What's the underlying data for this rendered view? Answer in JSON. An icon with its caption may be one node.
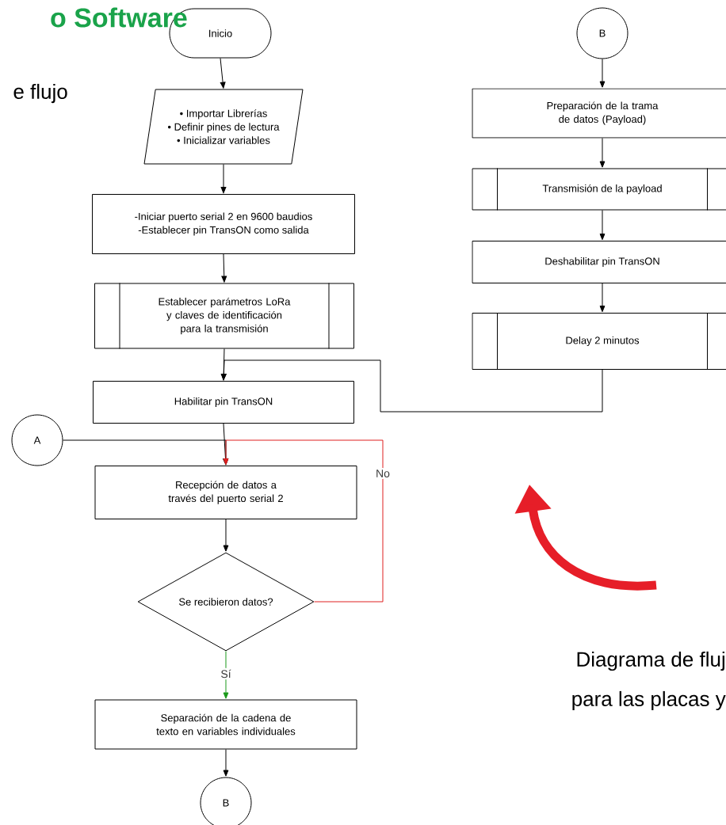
{
  "diagram": {
    "nodes": [
      {
        "text": [
          "Inicio"
        ]
      },
      {
        "text": [
          "• Importar Librerías",
          "• Definir pines de lectura",
          "• Inicializar variables"
        ]
      },
      {
        "text": [
          "-Iniciar puerto serial 2 en 9600 baudios",
          "-Establecer pin TransON como salida"
        ]
      },
      {
        "text": [
          "Establecer parámetros LoRa y claves de identificación para la transmisión"
        ]
      },
      {
        "text": [
          "Habilitar pin TransON"
        ]
      },
      {
        "text": [
          "A"
        ]
      },
      {
        "text": [
          "Recepción de datos a través del puerto serial 2"
        ]
      },
      {
        "text": [
          "Se recibieron datos?"
        ]
      },
      {
        "text": [
          "Separación de la cadena de texto en variables individuales"
        ]
      },
      {
        "text": [
          "B"
        ]
      },
      {
        "text": [
          "B"
        ]
      },
      {
        "text": [
          "Preparación de la trama de datos (Payload)"
        ]
      },
      {
        "text": [
          "Transmisión de la payload"
        ]
      },
      {
        "text": [
          "Deshabilitar pin TransON"
        ]
      },
      {
        "text": [
          "Delay 2 minutos"
        ]
      }
    ],
    "edges": [
      {
        "from": 0,
        "to": 1,
        "arrow": "to"
      },
      {
        "from": 1,
        "to": 2,
        "arrow": "to"
      },
      {
        "from": 2,
        "to": 3,
        "arrow": "to"
      },
      {
        "from": 3,
        "to": 4,
        "arrow": "to"
      },
      {
        "from": 14,
        "to": 4,
        "arrow": "to"
      },
      {
        "from": 4,
        "to": 6,
        "arrow": "to"
      },
      {
        "from": 5,
        "to": 6,
        "arrow": "to"
      },
      {
        "from": 6,
        "to": 7,
        "arrow": "to"
      },
      {
        "from": 7,
        "to": 6,
        "arrow": "to",
        "label": "No",
        "color": "#e02020"
      },
      {
        "from": 7,
        "to": 8,
        "arrow": "to",
        "label": "Sí",
        "color": "#1a9a1a"
      },
      {
        "from": 8,
        "to": 9,
        "arrow": "to"
      },
      {
        "from": 10,
        "to": 11,
        "arrow": "to"
      },
      {
        "from": 11,
        "to": 12,
        "arrow": "to"
      },
      {
        "from": 12,
        "to": 13,
        "arrow": "to"
      },
      {
        "from": 13,
        "to": 14,
        "arrow": "to"
      }
    ],
    "labels": [
      "o Software",
      "e flujo",
      "Diagrama de fluj",
      "para las placas y"
    ]
  }
}
